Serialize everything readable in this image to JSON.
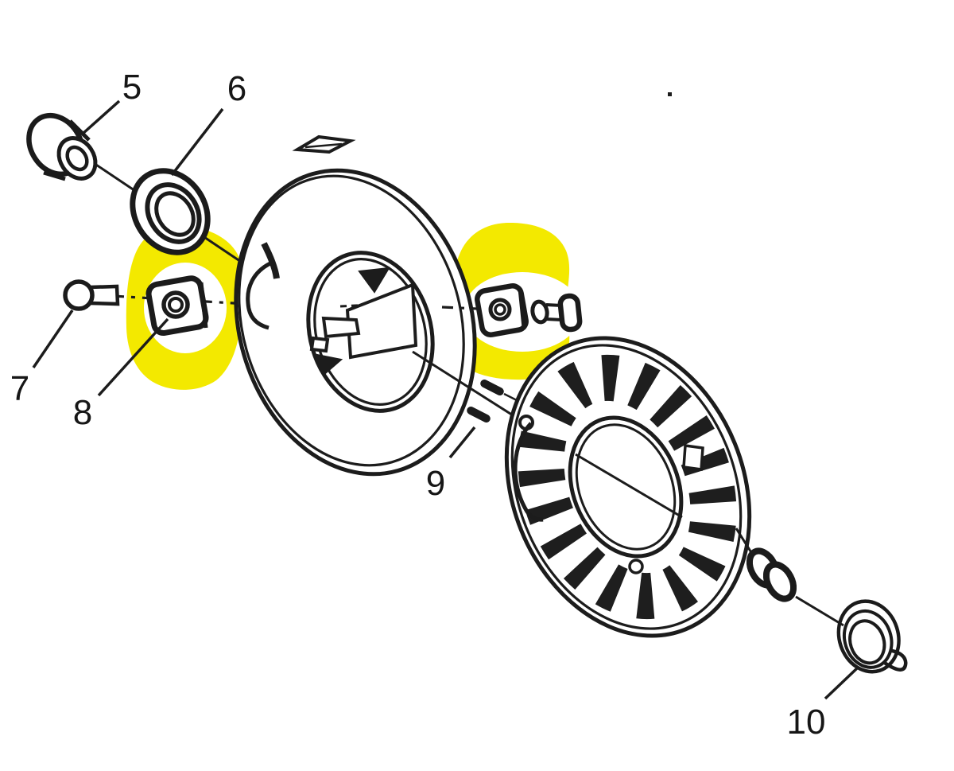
{
  "diagram": {
    "type": "exploded-parts-diagram",
    "background_color": "#ffffff",
    "line_color": "#1c1c1c",
    "highlight_color": "#f3e900",
    "callouts": [
      {
        "label": "5",
        "part": "bushing"
      },
      {
        "label": "6",
        "part": "bearing"
      },
      {
        "label": "7",
        "part": "bolt"
      },
      {
        "label": "8",
        "part": "square-nut-highlighted"
      },
      {
        "label": "9",
        "part": "pins"
      },
      {
        "label": "10",
        "part": "coil-spring"
      }
    ]
  }
}
